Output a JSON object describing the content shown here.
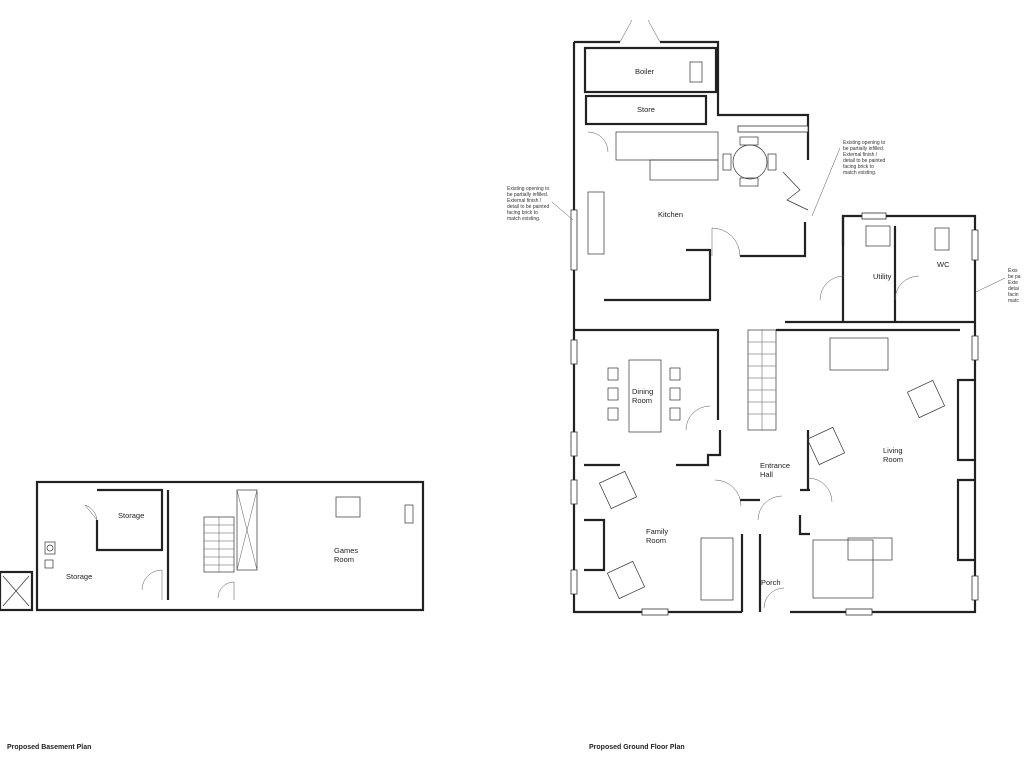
{
  "basement_plan": {
    "caption": "Proposed Basement Plan",
    "rooms": {
      "storage_upper": "Storage",
      "storage_lower": "Storage",
      "games_room": "Games\nRoom"
    }
  },
  "ground_floor_plan": {
    "caption": "Proposed Ground Floor Plan",
    "rooms": {
      "boiler": "Boiler",
      "store": "Store",
      "kitchen": "Kitchen",
      "utility": "Utility",
      "wc": "WC",
      "dining_room": "Dining\nRoom",
      "living_room": "Living\nRoom",
      "entrance_hall": "Entrance\nHall",
      "family_room": "Family\nRoom",
      "porch": "Porch"
    },
    "notes": {
      "note_left": "Existing opening to\nbe partially infilled.\nExternal finish /\ndetail to be painted\nfacing brick to\nmatch existing.",
      "note_top": "Existing opening to\nbe partially infilled.\nExternal finish /\ndetail to be painted\nfacing brick to\nmatch existing.",
      "note_right": "Exis\nbe pa\nExte\ndetai\nfacin\nmatc"
    }
  }
}
